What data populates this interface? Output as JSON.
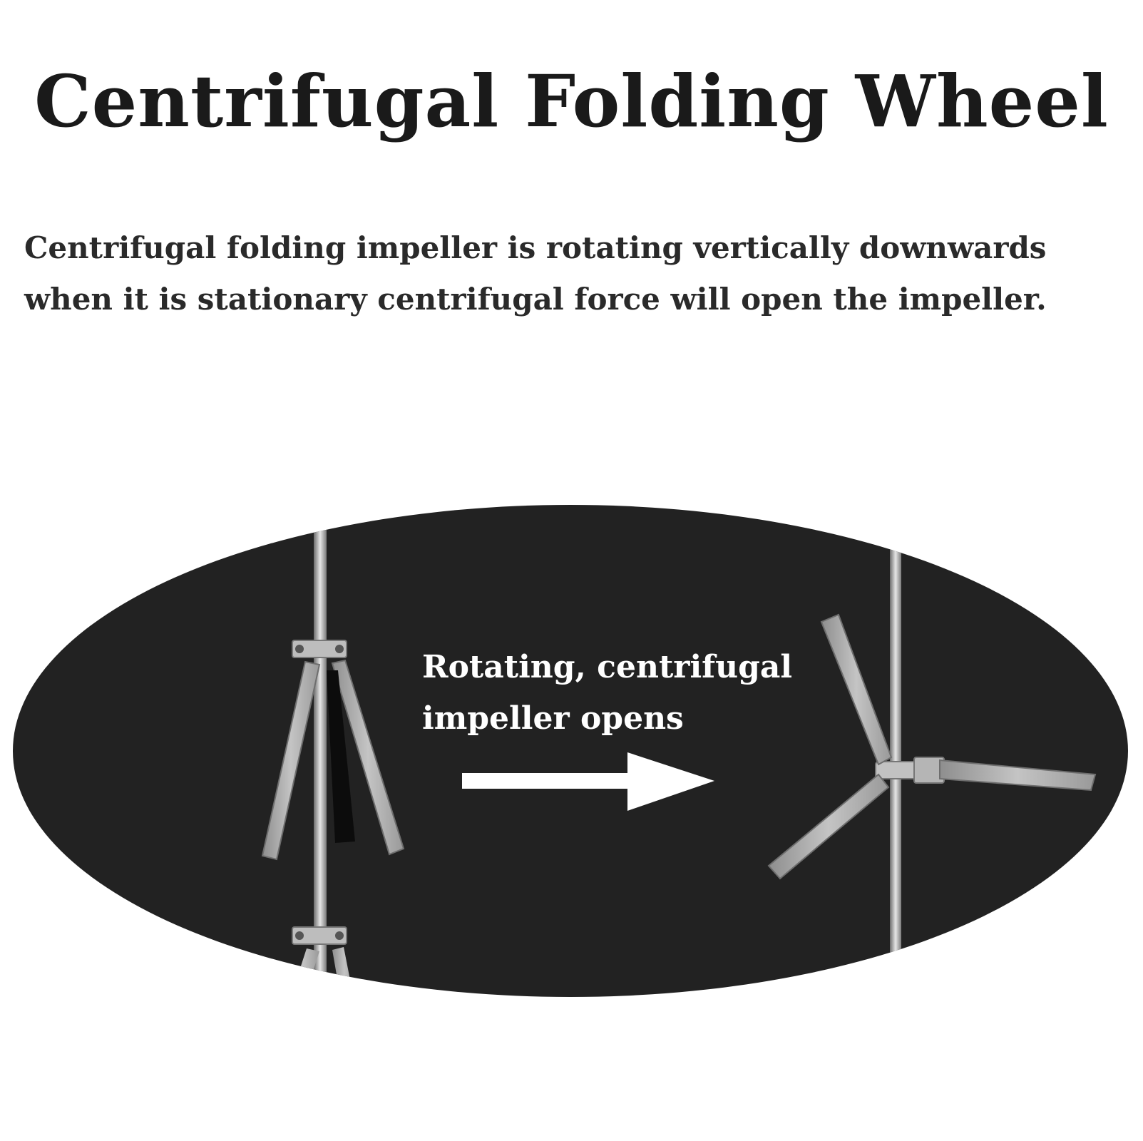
{
  "title": "Centrifugal Folding Wheel",
  "description": {
    "line1": "Centrifugal folding impeller is rotating vertically downwards",
    "line2": "when it is stationary centrifugal force will open the impeller."
  },
  "illustration": {
    "caption_line1": "Rotating, centrifugal",
    "caption_line2": "impeller opens",
    "colors": {
      "background": "#222222",
      "metal": "#a8a8a8",
      "arrow": "#ffffff"
    }
  }
}
